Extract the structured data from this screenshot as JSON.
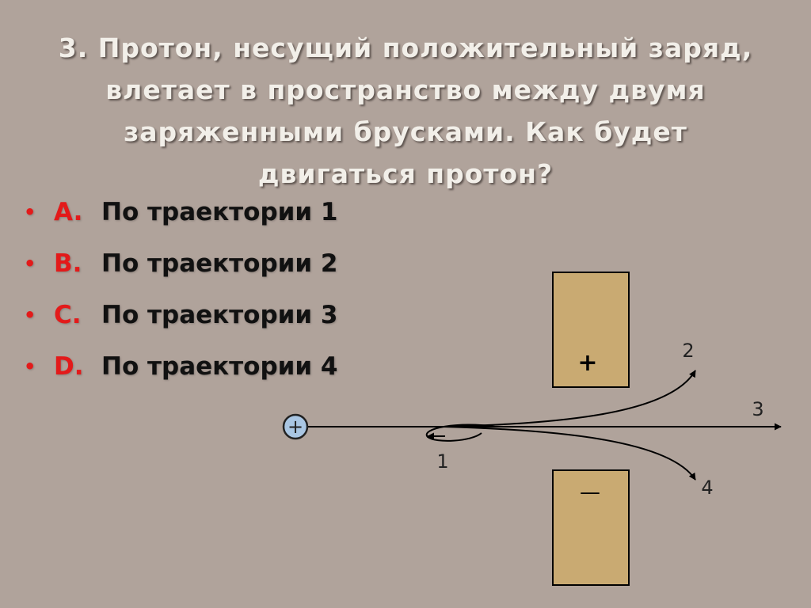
{
  "question": {
    "line1": "3.  Протон, несущий положительный заряд,",
    "line2": "влетает в пространство между двумя",
    "line3": "заряженными брусками. Как будет",
    "line4": "двигаться протон?"
  },
  "options": [
    {
      "letter": "A.",
      "text": "По траектории 1"
    },
    {
      "letter": "B.",
      "text": "По траектории 2"
    },
    {
      "letter": "C.",
      "text": "По траектории 3"
    },
    {
      "letter": "D.",
      "text": "По траектории 4"
    }
  ],
  "bullet": "•",
  "diagram": {
    "proton_sign": "+",
    "top_bar_sign": "+",
    "bottom_bar_sign": "—",
    "trajectory_labels": [
      "1",
      "2",
      "3",
      "4"
    ],
    "colors": {
      "bar_fill": "#c9aa72",
      "proton_fill": "#a9c6e3",
      "line": "#000000"
    }
  }
}
